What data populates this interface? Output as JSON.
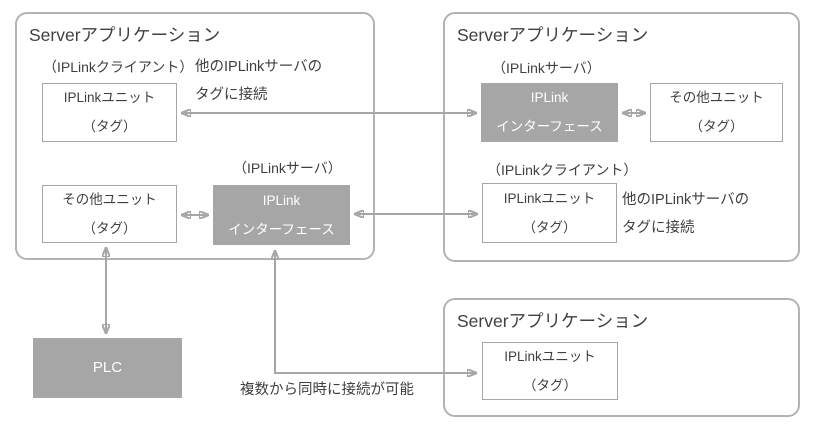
{
  "colors": {
    "node_fill_gray": "#a6a6a6",
    "node_border": "#a6a6a6",
    "container_border": "#b3b3b3",
    "arrow": "#a6a6a6",
    "text_dark": "#404040",
    "text_on_gray": "#ffffff",
    "background": "#ffffff"
  },
  "server_top_left": {
    "title": "Serverアプリケーション",
    "client_label": "（IPLinkクライアント）",
    "iplink_unit": {
      "line1": "IPLinkユニット",
      "line2": "（タグ）"
    },
    "other_unit": {
      "line1": "その他ユニット",
      "line2": "（タグ）"
    },
    "server_label": "（IPLinkサーバ）",
    "iplink_interface": {
      "line1": "IPLink",
      "line2": "インターフェース"
    }
  },
  "server_top_right": {
    "title": "Serverアプリケーション",
    "server_label": "（IPLinkサーバ）",
    "iplink_interface": {
      "line1": "IPLink",
      "line2": "インターフェース"
    },
    "other_unit": {
      "line1": "その他ユニット",
      "line2": "（タグ）"
    },
    "client_label": "（IPLinkクライアント）",
    "iplink_unit": {
      "line1": "IPLinkユニット",
      "line2": "（タグ）"
    }
  },
  "server_bottom_right": {
    "title": "Serverアプリケーション",
    "iplink_unit": {
      "line1": "IPLinkユニット",
      "line2": "（タグ）"
    }
  },
  "plc_label": "PLC",
  "annotations": {
    "connect_left": {
      "line1": "他のIPLinkサーバの",
      "line2": "タグに接続"
    },
    "connect_right": {
      "line1": "他のIPLinkサーバの",
      "line2": "タグに接続"
    },
    "multi_connect": "複数から同時に接続が可能"
  }
}
